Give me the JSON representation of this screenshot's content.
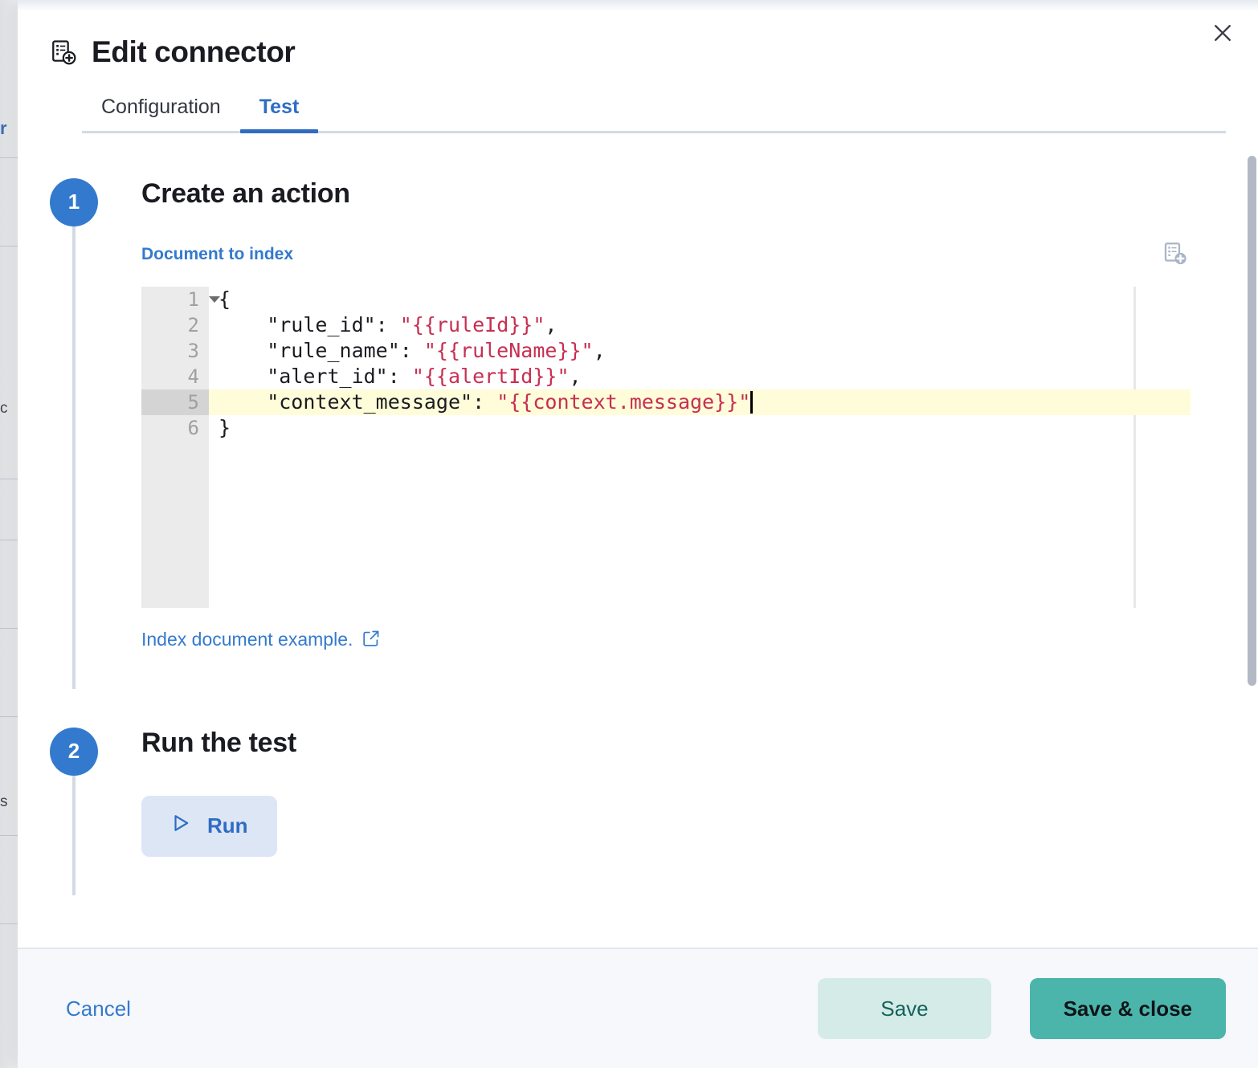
{
  "backdrop": {
    "partial_tab_label": "r",
    "partial_cells": [
      "c",
      "s"
    ]
  },
  "flyout": {
    "title": "Edit connector",
    "title_icon": "index-document-icon",
    "close_icon": "close-icon",
    "tabs": [
      {
        "label": "Configuration",
        "active": false
      },
      {
        "label": "Test",
        "active": true
      }
    ],
    "steps": [
      {
        "number": "1",
        "title": "Create an action",
        "field_label": "Document to index",
        "add_doc_icon": "add-document-icon",
        "editor": {
          "active_line": 5,
          "fold_marker_line": 1,
          "lines": [
            {
              "num": "1",
              "segments": [
                {
                  "text": "{",
                  "type": "plain"
                }
              ]
            },
            {
              "num": "2",
              "segments": [
                {
                  "text": "    \"rule_id\": ",
                  "type": "plain"
                },
                {
                  "text": "\"{{ruleId}}\"",
                  "type": "string"
                },
                {
                  "text": ",",
                  "type": "plain"
                }
              ]
            },
            {
              "num": "3",
              "segments": [
                {
                  "text": "    \"rule_name\": ",
                  "type": "plain"
                },
                {
                  "text": "\"{{ruleName}}\"",
                  "type": "string"
                },
                {
                  "text": ",",
                  "type": "plain"
                }
              ]
            },
            {
              "num": "4",
              "segments": [
                {
                  "text": "    \"alert_id\": ",
                  "type": "plain"
                },
                {
                  "text": "\"{{alertId}}\"",
                  "type": "string"
                },
                {
                  "text": ",",
                  "type": "plain"
                }
              ]
            },
            {
              "num": "5",
              "segments": [
                {
                  "text": "    \"context_message\": ",
                  "type": "plain"
                },
                {
                  "text": "\"{{context.message}}\"",
                  "type": "string"
                }
              ]
            },
            {
              "num": "6",
              "segments": [
                {
                  "text": "}",
                  "type": "plain"
                }
              ]
            }
          ]
        },
        "doc_link": {
          "label": "Index document example.",
          "icon": "external-link-icon"
        }
      },
      {
        "number": "2",
        "title": "Run the test",
        "run_button": {
          "label": "Run",
          "icon": "play-icon"
        }
      }
    ],
    "footer": {
      "cancel_label": "Cancel",
      "save_label": "Save",
      "save_close_label": "Save & close"
    }
  },
  "colors": {
    "accent_blue": "#337ace",
    "teal_primary": "#4cb5ab",
    "teal_subdued": "#d5ebe7",
    "code_string": "#c62f52",
    "active_line_highlight": "#fffcd9",
    "gutter": "#ebebeb"
  }
}
